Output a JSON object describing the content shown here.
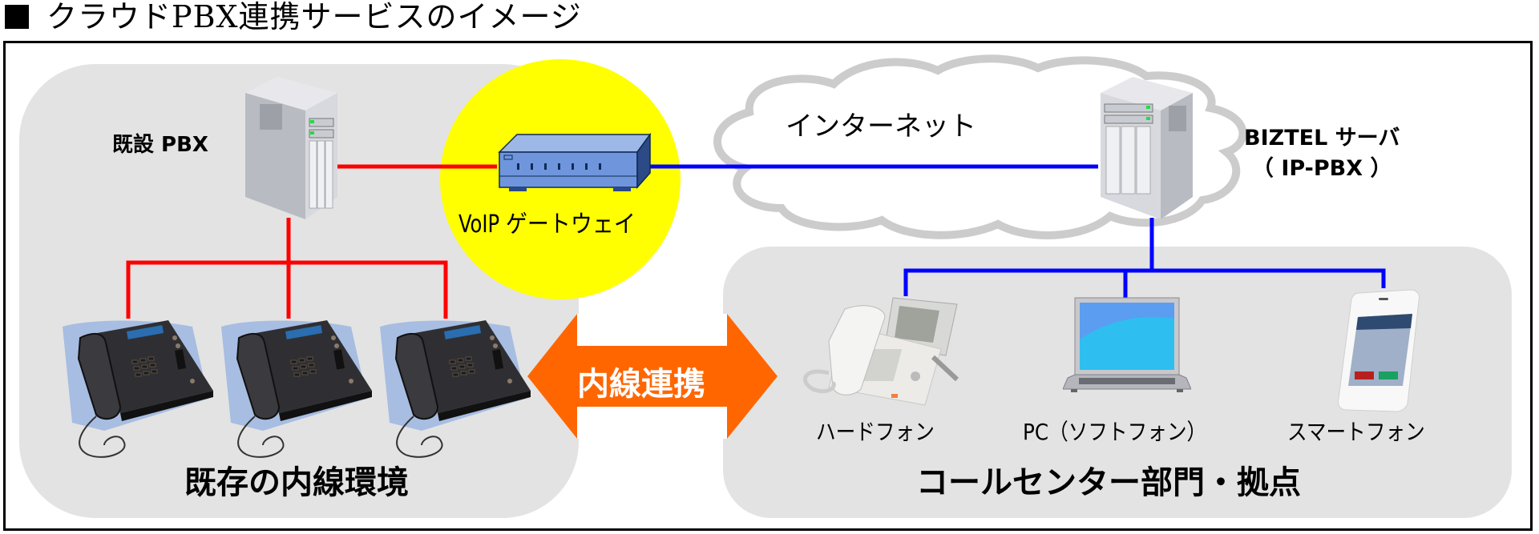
{
  "title": {
    "bullet_icon": "black-square-icon",
    "text": "クラウドPBX連携サービスのイメージ"
  },
  "colors": {
    "legacy_line": "#ff0000",
    "cloud_line": "#0000ff",
    "gateway_circle": "#ffff00",
    "arrow": "#ff6600",
    "panel": "#e3e3e3",
    "cloud_outline": "#cccccc"
  },
  "legacy_site": {
    "pbx_label": "既設 PBX",
    "pbx_icon": "server-tower-icon",
    "phone_icon": "desk-phone-icon",
    "phone_count": 3,
    "caption": "既存の内線環境"
  },
  "gateway": {
    "label": "VoIP ゲートウェイ",
    "icon": "network-gateway-icon"
  },
  "internet": {
    "label": "インターネット",
    "icon": "cloud-icon"
  },
  "cloud_server": {
    "label_line1": "BIZTEL サーバ",
    "label_line2": "（ IP-PBX ）",
    "icon": "server-tower-icon"
  },
  "link": {
    "label": "内線連携",
    "icon": "double-arrow-icon"
  },
  "call_center": {
    "caption": "コールセンター部門・拠点",
    "devices": [
      {
        "label": "ハードフォン",
        "icon": "ip-phone-icon"
      },
      {
        "label": "PC（ソフトフォン）",
        "icon": "laptop-icon"
      },
      {
        "label": "スマートフォン",
        "icon": "smartphone-icon"
      }
    ]
  }
}
